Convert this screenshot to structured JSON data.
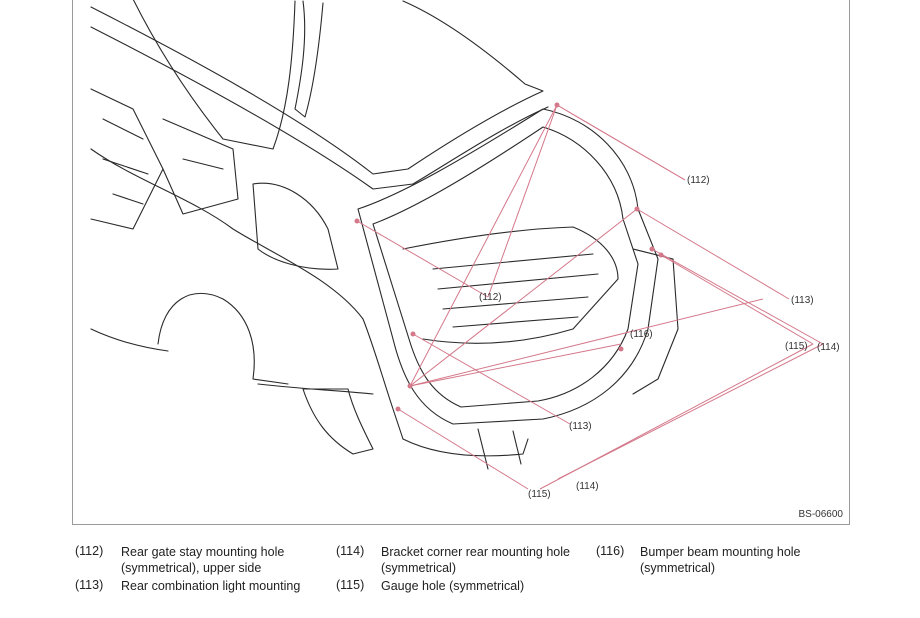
{
  "figure_id": "BS-06600",
  "callouts": [
    {
      "id": "112a",
      "label": "(112)"
    },
    {
      "id": "112b",
      "label": "(112)"
    },
    {
      "id": "113a",
      "label": "(113)"
    },
    {
      "id": "113b",
      "label": "(113)"
    },
    {
      "id": "114a",
      "label": "(114)"
    },
    {
      "id": "114b",
      "label": "(114)"
    },
    {
      "id": "115a",
      "label": "(115)"
    },
    {
      "id": "115b",
      "label": "(115)"
    },
    {
      "id": "116",
      "label": "(116)"
    }
  ],
  "legend": [
    {
      "num": "(112)",
      "text": "Rear gate stay mounting hole\n(symmetrical), upper side"
    },
    {
      "num": "(114)",
      "text": "Bracket corner rear mounting hole\n(symmetrical)"
    },
    {
      "num": "(116)",
      "text": "Bumper beam mounting hole\n(symmetrical)"
    },
    {
      "num": "(113)",
      "text": "Rear combination light mounting"
    },
    {
      "num": "(115)",
      "text": "Gauge hole (symmetrical)"
    }
  ],
  "colors": {
    "leader": "#d4788a",
    "linework": "#2a2a2a",
    "frame": "#9a9a9a"
  }
}
